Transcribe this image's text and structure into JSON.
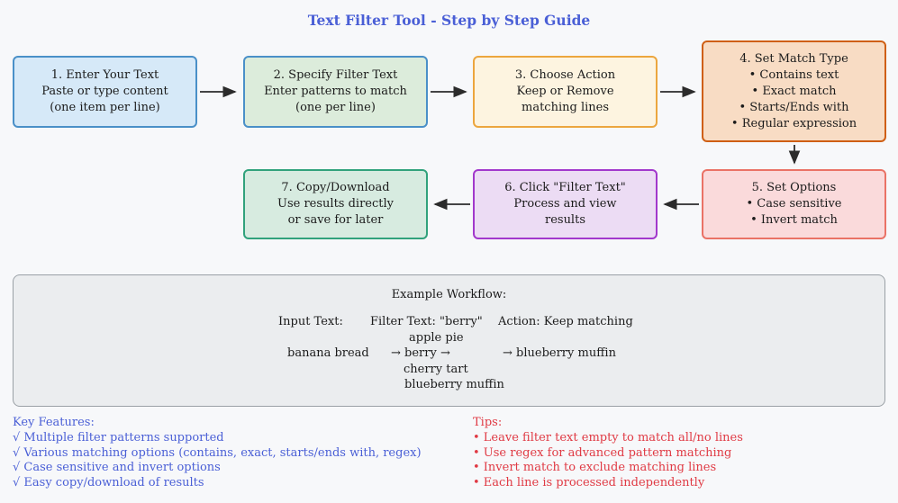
{
  "title": "Text Filter Tool - Step by Step Guide",
  "colors": {
    "title": "#4a5fd6",
    "key_features_text": "#4a5fd6",
    "tips_text": "#e03a44",
    "arrow": "#2b2b2b",
    "box_text": "#1b1b1b",
    "example_bg": "#ebedef",
    "example_border": "#9aa0a6",
    "page_bg": "#f7f8fa"
  },
  "flow_steps": [
    {
      "lines": [
        "1. Enter Your Text",
        "Paste or type content",
        "(one item per line)"
      ],
      "bg": "#d6e9f8",
      "border": "#4a90c8"
    },
    {
      "lines": [
        "2. Specify Filter Text",
        "Enter patterns to match",
        "(one per line)"
      ],
      "bg": "#dcecdb",
      "border": "#4a90c8"
    },
    {
      "lines": [
        "3. Choose Action",
        "Keep or Remove",
        "matching lines"
      ],
      "bg": "#fdf4e0",
      "border": "#eca63e"
    },
    {
      "lines": [
        "4. Set Match Type",
        "• Contains text",
        "• Exact match",
        "• Starts/Ends with",
        "• Regular expression"
      ],
      "bg": "#f8dcc4",
      "border": "#cf5f14"
    },
    {
      "lines": [
        "5. Set Options",
        "• Case sensitive",
        "• Invert match"
      ],
      "bg": "#fadadb",
      "border": "#ea7266"
    },
    {
      "lines": [
        "6. Click \"Filter Text\"",
        "Process and view",
        "results"
      ],
      "bg": "#ecdcf4",
      "border": "#a238cc"
    },
    {
      "lines": [
        "7. Copy/Download",
        "Use results directly",
        "or save for later"
      ],
      "bg": "#d7ebe0",
      "border": "#31a27c"
    }
  ],
  "example": {
    "title": "Example Workflow:",
    "input_header": "Input Text:",
    "filter_header": "Filter Text: \"berry\"",
    "action_header": "Action: Keep matching",
    "input_item": "banana bread",
    "filter_line_above": "apple pie",
    "filter_flow": "→  berry  →",
    "filter_line_below1": "cherry tart",
    "filter_line_below2": "blueberry muffin",
    "result": "→  blueberry muffin"
  },
  "key_features": {
    "heading": "Key Features:",
    "items": [
      "√ Multiple filter patterns supported",
      "√ Various matching options (contains, exact, starts/ends with, regex)",
      "√ Case sensitive and invert options",
      "√ Easy copy/download of results"
    ]
  },
  "tips": {
    "heading": "Tips:",
    "items": [
      "• Leave filter text empty to match all/no lines",
      "• Use regex for advanced pattern matching",
      "• Invert match to exclude matching lines",
      "• Each line is processed independently"
    ]
  }
}
